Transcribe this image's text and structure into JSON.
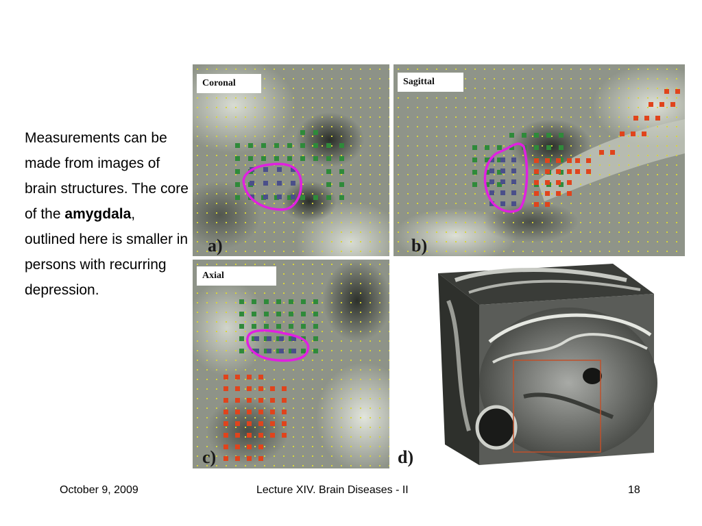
{
  "body": {
    "line1": "Measurements can be made from images of brain structures. The core of the",
    "bold": "amygdala",
    "comma": ",",
    "line2": " outlined here is smaller in persons with recurring depression."
  },
  "panels": {
    "a": {
      "label": "Coronal",
      "letter": "a)"
    },
    "b": {
      "label": "Sagittal",
      "letter": "b)"
    },
    "c": {
      "label": "Axial",
      "letter": "c)"
    },
    "d": {
      "letter": "d)"
    }
  },
  "footer": {
    "date": "October 9, 2009",
    "title": "Lecture XIV. Brain Diseases - II",
    "page": "18"
  },
  "colors": {
    "outline": "#e020e0",
    "green_grid": "#2f8a3a",
    "blue_grid": "#4a4f8a",
    "red_grid": "#e0441c",
    "yellow_dots": "#d8d63a",
    "box_frame": "#c0502a"
  },
  "icons": {
    "outline": "amygdala-outline-icon",
    "mri": "mri-cube-icon"
  }
}
